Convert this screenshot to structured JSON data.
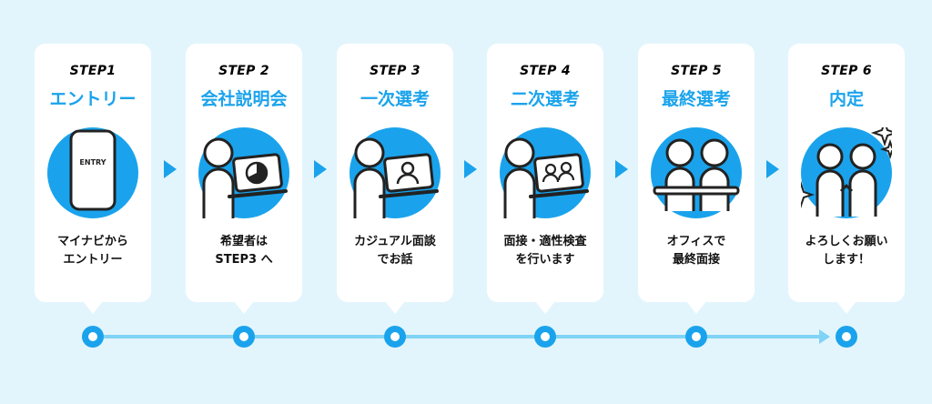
{
  "steps": [
    {
      "label": "STEP1",
      "title": "エントリー",
      "desc": [
        "マイナビから",
        "エントリー"
      ],
      "icon": "phone-entry-icon",
      "device_text": "ENTRY"
    },
    {
      "label": "STEP 2",
      "title": "会社説明会",
      "desc": [
        "希望者は",
        "STEP3 へ"
      ],
      "icon": "person-laptop-chart-icon"
    },
    {
      "label": "STEP 3",
      "title": "一次選考",
      "desc": [
        "カジュアル面談",
        "でお話"
      ],
      "icon": "person-laptop-video-icon"
    },
    {
      "label": "STEP 4",
      "title": "二次選考",
      "desc": [
        "面接・適性検査",
        "を行います"
      ],
      "icon": "person-laptop-group-icon"
    },
    {
      "label": "STEP 5",
      "title": "最終選考",
      "desc": [
        "オフィスで",
        "最終面接"
      ],
      "icon": "two-people-table-icon"
    },
    {
      "label": "STEP 6",
      "title": "内定",
      "desc": [
        "よろしくお願い",
        "します！"
      ],
      "icon": "handshake-sparkle-icon"
    }
  ],
  "colors": {
    "accent": "#1aa3ec",
    "background": "#e3f5fc",
    "timeline": "#7fd3f6"
  }
}
